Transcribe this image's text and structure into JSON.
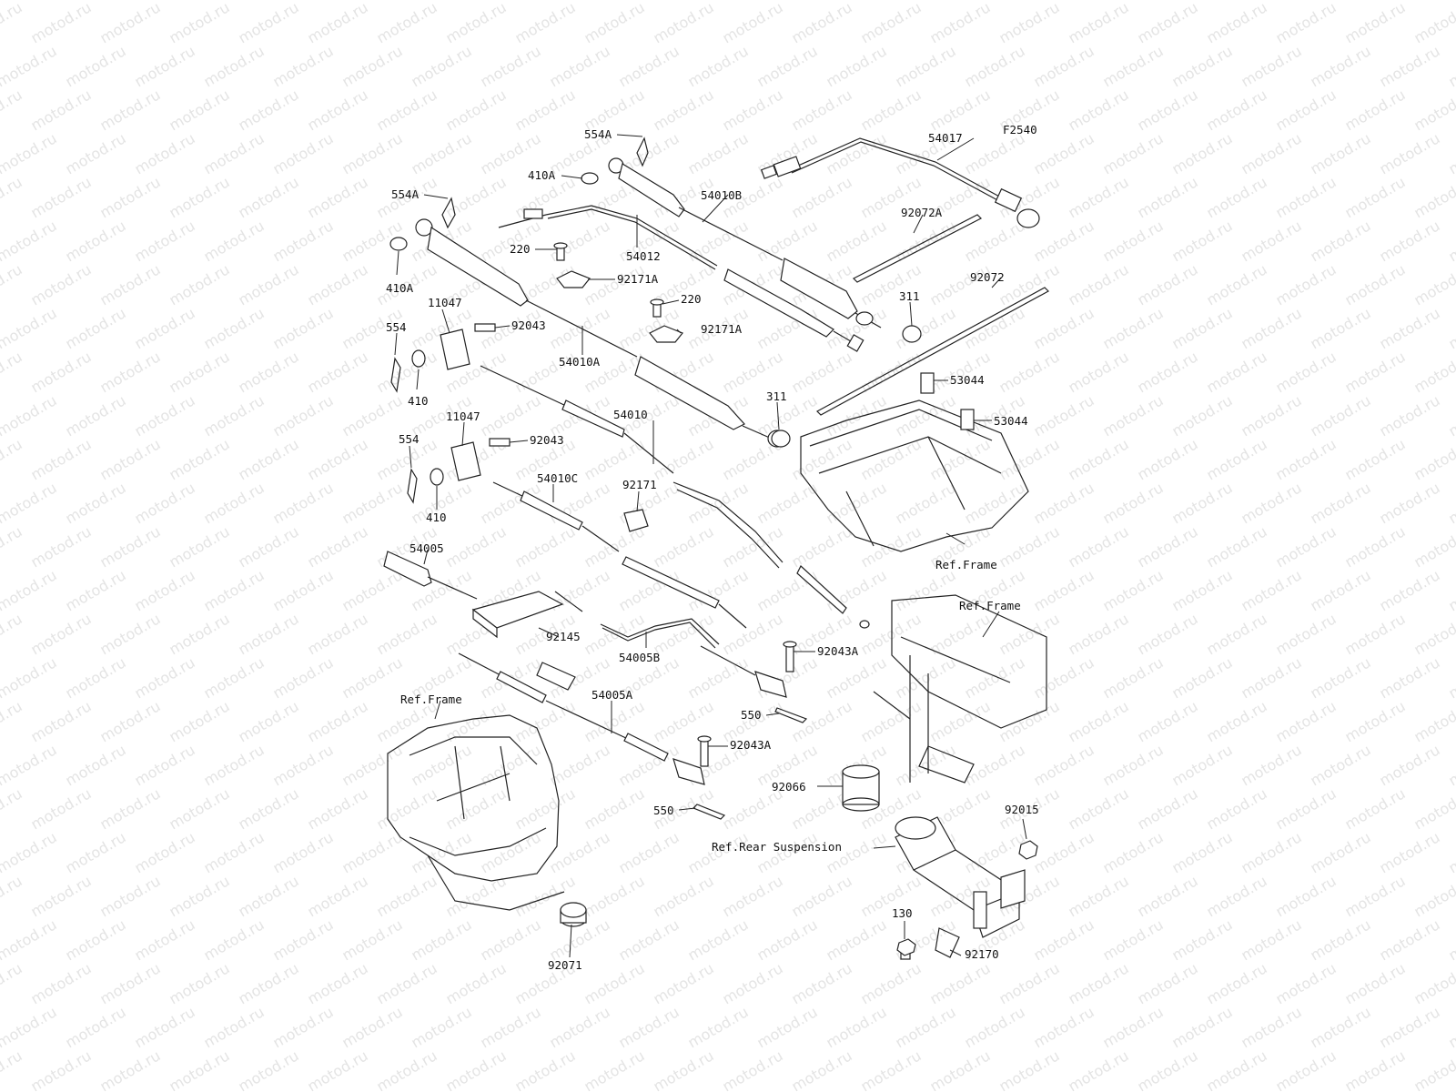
{
  "diagram": {
    "code": "F2540",
    "watermark": "motod.ru",
    "labels": {
      "p54017": "54017",
      "p554A_1": "554A",
      "p410A_1": "410A",
      "p54010B": "54010B",
      "p554A_2": "554A",
      "p410A_2": "410A",
      "p220_1": "220",
      "p54012": "54012",
      "p92171A_1": "92171A",
      "p92072A": "92072A",
      "p92072": "92072",
      "p220_2": "220",
      "p11047_1": "11047",
      "p92043_1": "92043",
      "p92171A_2": "92171A",
      "p311_1": "311",
      "p554_1": "554",
      "p54010A": "54010A",
      "p410_1": "410",
      "p53044_1": "53044",
      "p311_2": "311",
      "p53044_2": "53044",
      "p11047_2": "11047",
      "p54010": "54010",
      "p92043_2": "92043",
      "p554_2": "554",
      "p54010C": "54010C",
      "p92171": "92171",
      "p410_2": "410",
      "p54005": "54005",
      "ref_frame_1": "Ref.Frame",
      "ref_frame_2": "Ref.Frame",
      "p92145": "92145",
      "p54005B": "54005B",
      "p92043A_1": "92043A",
      "p54005A": "54005A",
      "ref_frame_3": "Ref.Frame",
      "p550_1": "550",
      "p92043A_2": "92043A",
      "p92066": "92066",
      "p550_2": "550",
      "p92015": "92015",
      "ref_rear_susp": "Ref.Rear Suspension",
      "p130": "130",
      "p92170": "92170",
      "p92071": "92071"
    }
  }
}
